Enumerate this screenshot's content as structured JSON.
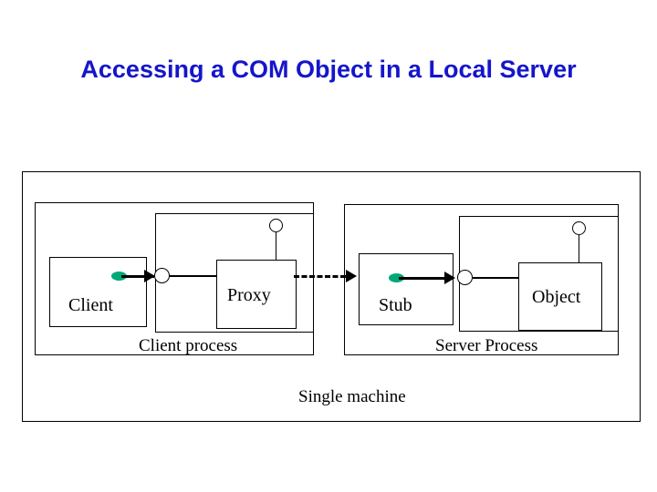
{
  "slide": {
    "title": "Accessing a COM Object in a Local Server",
    "title_color": "#1515CC",
    "background_color": "#FFFFFF",
    "stroke_color": "#000000",
    "connector_color": "#00A878"
  },
  "outer_container": {
    "label": "Single machine"
  },
  "client_process": {
    "label": "Client process",
    "components": [
      {
        "label": "Client"
      },
      {
        "label": "Proxy"
      }
    ]
  },
  "server_process": {
    "label": "Server Process",
    "components": [
      {
        "label": "Stub"
      },
      {
        "label": "Object"
      }
    ]
  },
  "connectors": {
    "client_to_proxy": "call-arrow",
    "proxy_to_stub": "dashed-marshal-arrow",
    "stub_to_object": "call-arrow",
    "proxy_interface": "lollipop-interface",
    "object_interface": "lollipop-interface"
  }
}
